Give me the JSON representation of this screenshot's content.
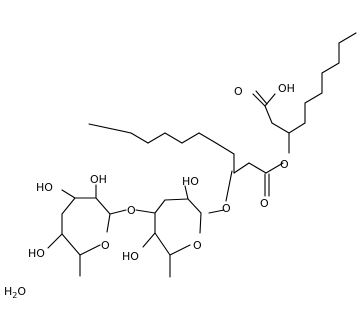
{
  "molecule": {
    "atom_labels": {
      "carboxyl_oh": "OH",
      "carboxyl_o": "O",
      "ester_o_bridge": "O",
      "ester_carbonyl_o": "O",
      "ether_o_upper": "O",
      "ring1_oh_top": "HO",
      "ring1_ring_o": "O",
      "ring1_oh_bottom": "HO",
      "glycosidic_o": "O",
      "ring2_oh_top": "OH",
      "ring2_oh_left": "HO",
      "ring2_oh_bottom": "HO",
      "ring2_ring_o": "O"
    },
    "water": {
      "h": "H",
      "sub": "2",
      "o": "O"
    }
  }
}
